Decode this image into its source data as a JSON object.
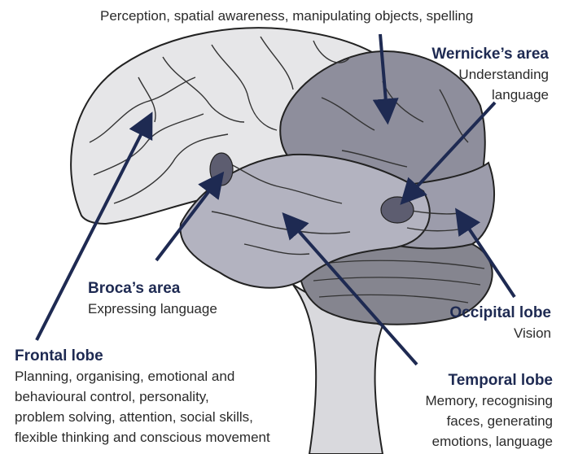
{
  "parietal": {
    "description": "Perception, spatial awareness, manipulating objects, spelling"
  },
  "wernicke": {
    "title": "Wernicke’s area",
    "description_line1": "Understanding",
    "description_line2": "language"
  },
  "broca": {
    "title": "Broca’s area",
    "description": "Expressing language"
  },
  "occipital": {
    "title": "Occipital lobe",
    "description": "Vision"
  },
  "frontal": {
    "title": "Frontal lobe",
    "description_line1": "Planning, organising, emotional and",
    "description_line2": "behavioural control, personality,",
    "description_line3": "problem solving, attention, social skills,",
    "description_line4": "flexible thinking and conscious movement"
  },
  "temporal": {
    "title": "Temporal lobe",
    "description_line1": "Memory, recognising",
    "description_line2": "faces, generating",
    "description_line3": "emotions, language"
  },
  "colors": {
    "title_text": "#1e2a52",
    "arrow": "#1e2a52",
    "frontal_fill": "#e6e6e8",
    "parietal_fill": "#8e8e9c",
    "temporal_fill": "#b3b3c0",
    "occipital_fill": "#9c9cab",
    "cerebellum_fill": "#85858f",
    "brainstem_fill": "#d9d9dd",
    "highlight_spot": "#5d5d70",
    "outline": "#222222"
  }
}
